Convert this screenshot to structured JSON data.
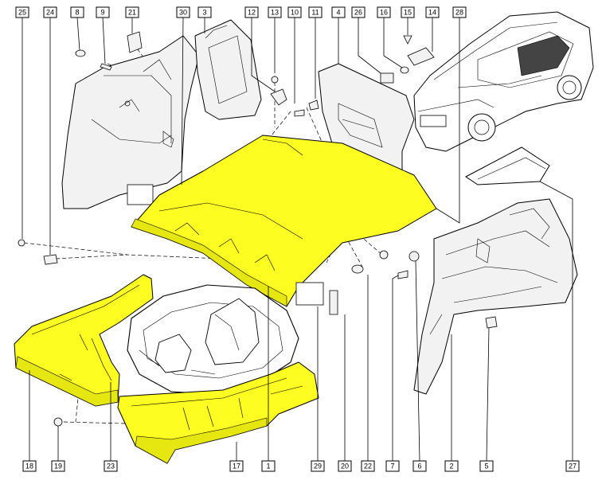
{
  "diagram": {
    "callouts_top": [
      {
        "id": "c25",
        "label": "25"
      },
      {
        "id": "c24",
        "label": "24"
      },
      {
        "id": "c8",
        "label": "8"
      },
      {
        "id": "c9",
        "label": "9"
      },
      {
        "id": "c21",
        "label": "21"
      },
      {
        "id": "c30",
        "label": "30"
      },
      {
        "id": "c3",
        "label": "3"
      },
      {
        "id": "c12",
        "label": "12"
      },
      {
        "id": "c13",
        "label": "13"
      },
      {
        "id": "c10",
        "label": "10"
      },
      {
        "id": "c11",
        "label": "11"
      },
      {
        "id": "c4",
        "label": "4"
      },
      {
        "id": "c26",
        "label": "26"
      },
      {
        "id": "c16",
        "label": "16"
      },
      {
        "id": "c15",
        "label": "15"
      },
      {
        "id": "c14",
        "label": "14"
      },
      {
        "id": "c28",
        "label": "28"
      }
    ],
    "callouts_bottom": [
      {
        "id": "c18",
        "label": "18"
      },
      {
        "id": "c19",
        "label": "19"
      },
      {
        "id": "c23",
        "label": "23"
      },
      {
        "id": "c17",
        "label": "17"
      },
      {
        "id": "c1",
        "label": "1"
      },
      {
        "id": "c29",
        "label": "29"
      },
      {
        "id": "c20",
        "label": "20"
      },
      {
        "id": "c22",
        "label": "22"
      },
      {
        "id": "c7",
        "label": "7"
      },
      {
        "id": "c6",
        "label": "6"
      },
      {
        "id": "c2",
        "label": "2"
      },
      {
        "id": "c5",
        "label": "5"
      },
      {
        "id": "c27",
        "label": "27"
      }
    ],
    "colors": {
      "highlight": "#fdfd22",
      "line": "#000000",
      "panel": "#f2f2f2",
      "background": "#ffffff"
    }
  }
}
